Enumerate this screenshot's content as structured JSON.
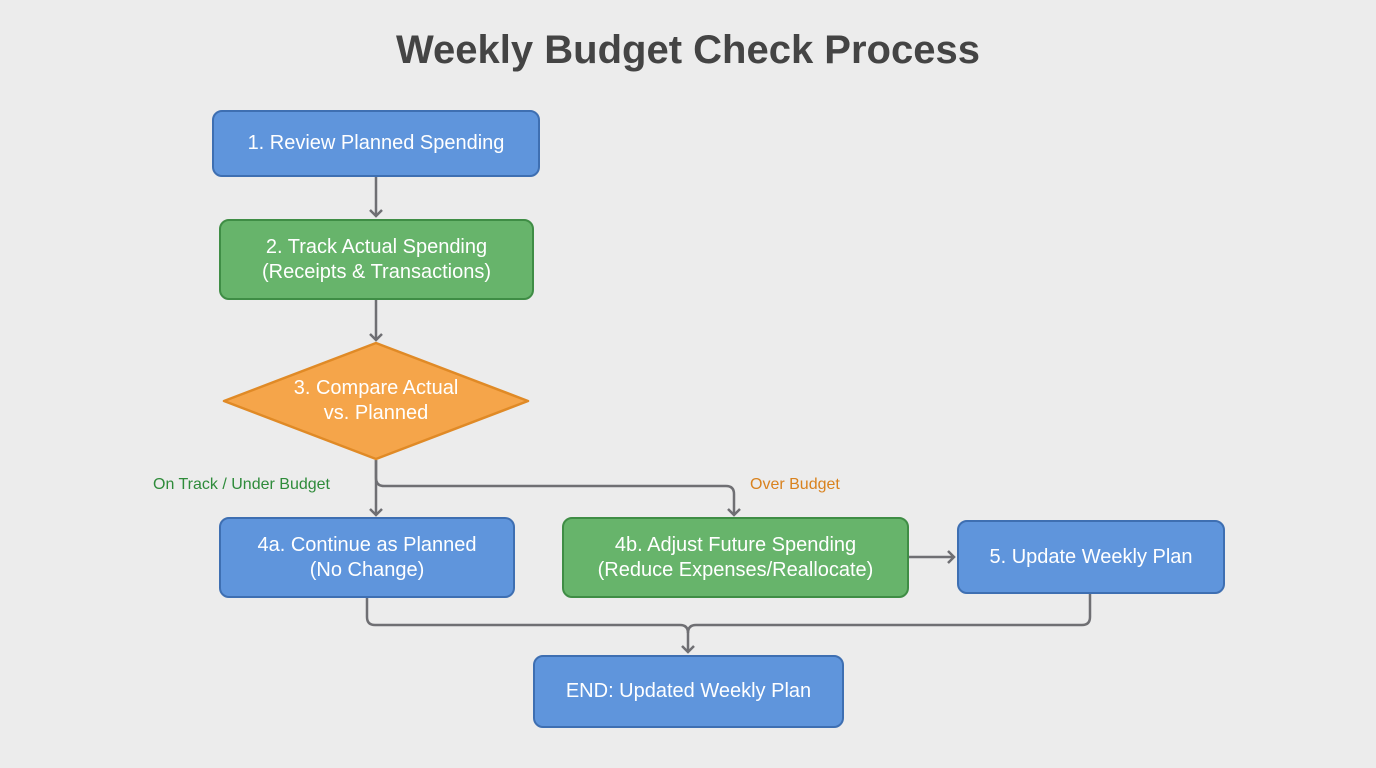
{
  "title": "Weekly Budget Check Process",
  "colors": {
    "process_blue": "#5f95dc",
    "process_green": "#67b46b",
    "decision_orange": "#f5a54a",
    "connector": "#6f6f73",
    "label_green": "#2e8b3a",
    "label_orange": "#d9821e"
  },
  "nodes": {
    "step1": {
      "line1": "1. Review Planned Spending"
    },
    "step2": {
      "line1": "2. Track Actual Spending",
      "line2": "(Receipts & Transactions)"
    },
    "step3": {
      "line1": "3. Compare Actual",
      "line2": "vs. Planned"
    },
    "step4a": {
      "line1": "4a. Continue as Planned",
      "line2": "(No Change)"
    },
    "step4b": {
      "line1": "4b. Adjust Future Spending",
      "line2": "(Reduce Expenses/Reallocate)"
    },
    "step5": {
      "line1": "5. Update Weekly Plan"
    },
    "end": {
      "line1": "END: Updated Weekly Plan"
    }
  },
  "edge_labels": {
    "under_budget": "On Track / Under Budget",
    "over_budget": "Over Budget"
  }
}
